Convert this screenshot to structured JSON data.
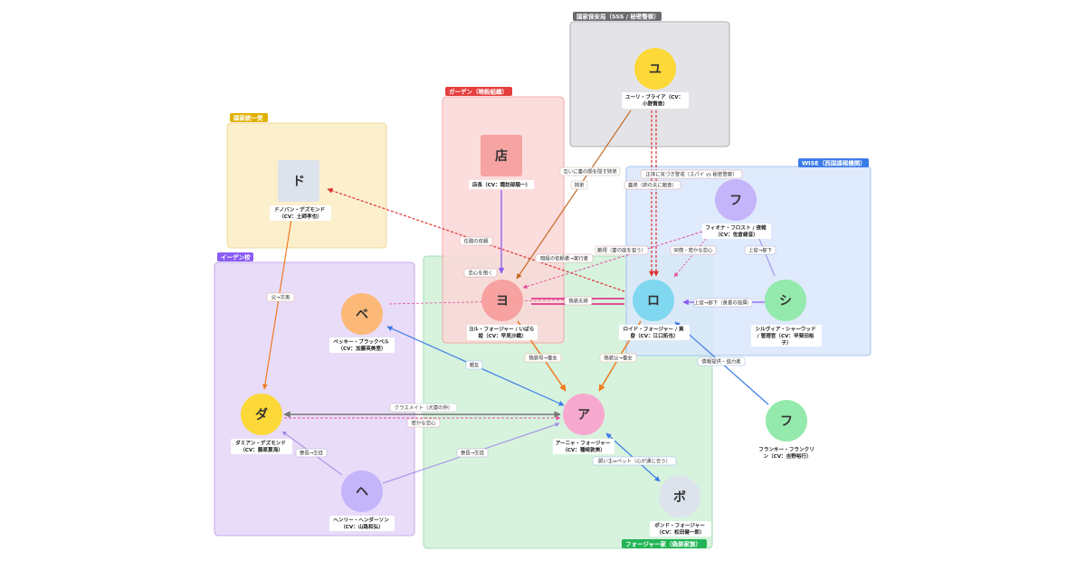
{
  "groups": {
    "sss": {
      "label": "国家保安局（SSS / 秘密警察）",
      "fill": "#e4e4e8",
      "stroke": "#9a9aa2",
      "tag": "#6b6b70"
    },
    "garden": {
      "label": "ガーデン（暗殺組織）",
      "fill": "#fbd7d7",
      "stroke": "#ef9a9a",
      "tag": "#e53e3e"
    },
    "national": {
      "label": "国家統一党",
      "fill": "#fbefcc",
      "stroke": "#eed48a",
      "tag": "#e0b100"
    },
    "wise": {
      "label": "WISE（西国諜報機関）",
      "fill": "#d9e6fc",
      "stroke": "#95b6ee",
      "tag": "#3b7be8"
    },
    "eden": {
      "label": "イーデン校",
      "fill": "#e8dcf9",
      "stroke": "#b89ae9",
      "tag": "#8b5cf6"
    },
    "forger": {
      "label": "フォージャー家（偽装家族）",
      "fill": "#d7f3de",
      "stroke": "#8fd6a3",
      "tag": "#22b455"
    }
  },
  "nodes": {
    "yuri": {
      "glyph": "ユ",
      "lines": [
        "ユーリ・ブライア（CV：",
        "小野賢章）"
      ],
      "color": "#fcd838"
    },
    "tencho": {
      "glyph": "店",
      "lines": [
        "店長（CV：諏訪部順一）"
      ],
      "color": "#f6a3a3"
    },
    "donovan": {
      "glyph": "ド",
      "lines": [
        "ドノバン・デズモンド",
        "（CV：土師孝也）"
      ],
      "color": "#dde3ec"
    },
    "fiona": {
      "glyph": "フ",
      "lines": [
        "フィオナ・フロスト / 夜帷",
        "（CV：佐倉綾音）"
      ],
      "color": "#c4b4fa"
    },
    "becky": {
      "glyph": "ベ",
      "lines": [
        "ベッキー・ブラックベル",
        "（CV：加藤英美里）"
      ],
      "color": "#fbb877"
    },
    "yor": {
      "glyph": "ヨ",
      "lines": [
        "ヨル・フォージャー / いばら",
        "姫（CV：早見沙織）"
      ],
      "color": "#f7a1a1"
    },
    "loid": {
      "glyph": "ロ",
      "lines": [
        "ロイド・フォージャー / 黄",
        "昏（CV：江口拓也）"
      ],
      "color": "#7fd8ef"
    },
    "sylvia": {
      "glyph": "シ",
      "lines": [
        "シルヴィア・シャーウッド",
        "/ 管理官（CV：甲斐田裕",
        "子）"
      ],
      "color": "#94e9ad"
    },
    "damian": {
      "glyph": "ダ",
      "lines": [
        "ダミアン・デズモンド",
        "（CV：藤原夏海）"
      ],
      "color": "#fcd838"
    },
    "anya": {
      "glyph": "ア",
      "lines": [
        "アーニャ・フォージャー",
        "（CV：種﨑敦美）"
      ],
      "color": "#f7a8cf"
    },
    "franky": {
      "glyph": "フ",
      "lines": [
        "フランキー・フランクリ",
        "ン（CV：吉野裕行）"
      ],
      "color": "#94e9ad"
    },
    "henry": {
      "glyph": "ヘ",
      "lines": [
        "ヘンリー・ヘンダーソン",
        "（CV：山路和弘）"
      ],
      "color": "#c4b4fa"
    },
    "bond": {
      "glyph": "ボ",
      "lines": [
        "ボンド・フォージャー",
        "（CV：松田健一郎）"
      ],
      "color": "#dde3ec"
    }
  },
  "edges": {
    "e_yuri_loid_suspect": "正体に気づき警戒（スパイ vs 秘密警察）",
    "e_yuri_loid_brother": "義弟（姉の夫に敵意）",
    "e_yuri_yor": "互いに裏の顔を隠す姉弟",
    "e_yuri_yor_sister": "姉弟",
    "e_tencho_yor": "任務の依頼",
    "e_yor_donovan": "暗殺の依頼者→実行者",
    "e_fiona_yor": "敵視（妻の座を狙う）",
    "e_fiona_loid": "同僚・密かな恋心",
    "e_sylvia_fiona": "上官→部下",
    "e_sylvia_loid": "上官→部下（黄昏の指揮）",
    "e_becky_loid": "恋心を抱く",
    "e_yor_loid": "偽装夫婦",
    "e_yor_anya": "偽装母→養女",
    "e_loid_anya": "偽装父→養女",
    "e_franky_loid": "情報提供・協力者",
    "e_donovan_damian": "父→次男",
    "e_becky_anya": "親友",
    "e_damian_anya_class": "クラスメイト（犬猿の仲）",
    "e_damian_anya_love": "密かな恋心",
    "e_henry_damian": "寮長→生徒",
    "e_henry_anya": "寮長→生徒",
    "e_anya_bond": "飼い主⇔ペット（心が通じ合う）"
  }
}
